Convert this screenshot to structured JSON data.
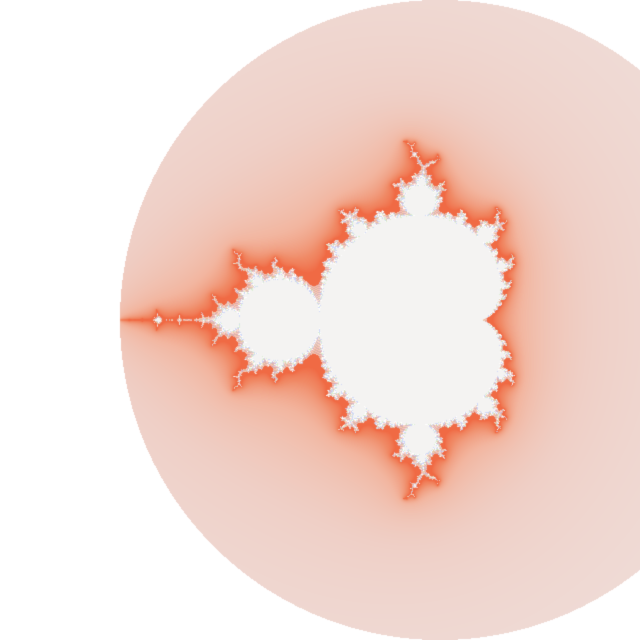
{
  "fractal": {
    "name": "Mandelbrot set",
    "view_center": [
      -0.75,
      0.0
    ],
    "view_half_width": 2.0,
    "max_iterations": 120,
    "escape_radius": 2.0,
    "colors": {
      "background": "#ffffff",
      "interior": "#f4f3f2",
      "outer_halo": "#f3f1f0",
      "band_light": "#efe2df",
      "band_mid": "#efcfc6",
      "band_warm": "#f2b6a0",
      "band_orange": "#f08a66",
      "band_hot": "#f06a44",
      "filament_blue": "#9fb0f0",
      "filament_green": "#b6e0a6"
    }
  }
}
